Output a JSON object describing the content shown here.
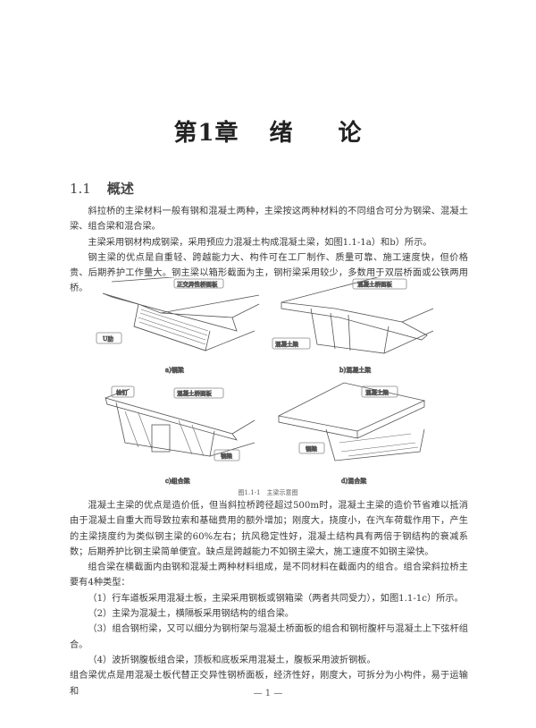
{
  "chapter": {
    "number": "第1章",
    "title_a": "绪",
    "title_b": "论"
  },
  "section": {
    "number": "1.1",
    "title": "概述"
  },
  "paragraphs_top": [
    "斜拉桥的主梁材料一般有钢和混凝土两种，主梁按这两种材料的不同组合可分为钢梁、混凝土梁、组合梁和混合梁。",
    "主梁采用钢材构成钢梁，采用预应力混凝土构成混凝土梁，如图1.1-1a）和b）所示。",
    "钢主梁的优点是自重轻、跨越能力大、构件可在工厂制作、质量可靠、施工速度快，但价格贵、后期养护工作量大。钢主梁以箱形截面为主，钢桁梁采用较少，多数用于双层桥面或公铁两用桥。"
  ],
  "figure": {
    "caption": "图1.1-1　主梁示意图",
    "panels": [
      {
        "label": "a)钢梁",
        "callouts": [
          "正交异性桥面板",
          "U肋"
        ]
      },
      {
        "label": "b)混凝土梁",
        "callouts": [
          "混凝土桥面板",
          "混凝土梁"
        ]
      },
      {
        "label": "c)组合梁",
        "callouts": [
          "栓钉",
          "混凝土桥面板",
          "钢梁"
        ]
      },
      {
        "label": "d)混合梁",
        "callouts": [
          "混凝土梁",
          "钢梁"
        ]
      }
    ]
  },
  "paragraphs_bottom": [
    {
      "text": "混凝土主梁的优点是造价低，但当斜拉桥跨径超过500m时，混凝土主梁的造价节省难以抵消由于混凝土自重大而导致拉索和基础费用的额外增加；刚度大，挠度小，在汽车荷载作用下，产生的主梁挠度约为类似钢主梁的60%左右；抗风稳定性好，混凝土结构具有两倍于钢结构的衰减系数；后期养护比钢主梁简单便宜。缺点是跨越能力不如钢主梁大，施工速度不如钢主梁快。"
    },
    {
      "text": "组合梁在横截面内由钢和混凝土两种材料组成，是不同材料在截面内的组合。组合梁斜拉桥主要有4种类型："
    },
    {
      "text": "（1）行车道板采用混凝土板，主梁采用钢板或钢箱梁（两者共同受力），如图1.1-1c）所示。"
    },
    {
      "text": "（2）主梁为混凝土，横隔板采用钢结构的组合梁。"
    },
    {
      "text": "（3）组合钢桁梁，又可以细分为钢桁架与混凝土桥面板的组合和钢桁腹杆与混凝土上下弦杆组合。"
    },
    {
      "text": "（4）波折钢腹板组合梁，顶板和底板采用混凝土，腹板采用波折钢板。"
    },
    {
      "text": "组合梁优点是用混凝土板代替正交异性钢桥面板，经济性好，刚度大，可拆分为小构件，易于运输和"
    }
  ],
  "page_number": "— 1 —"
}
